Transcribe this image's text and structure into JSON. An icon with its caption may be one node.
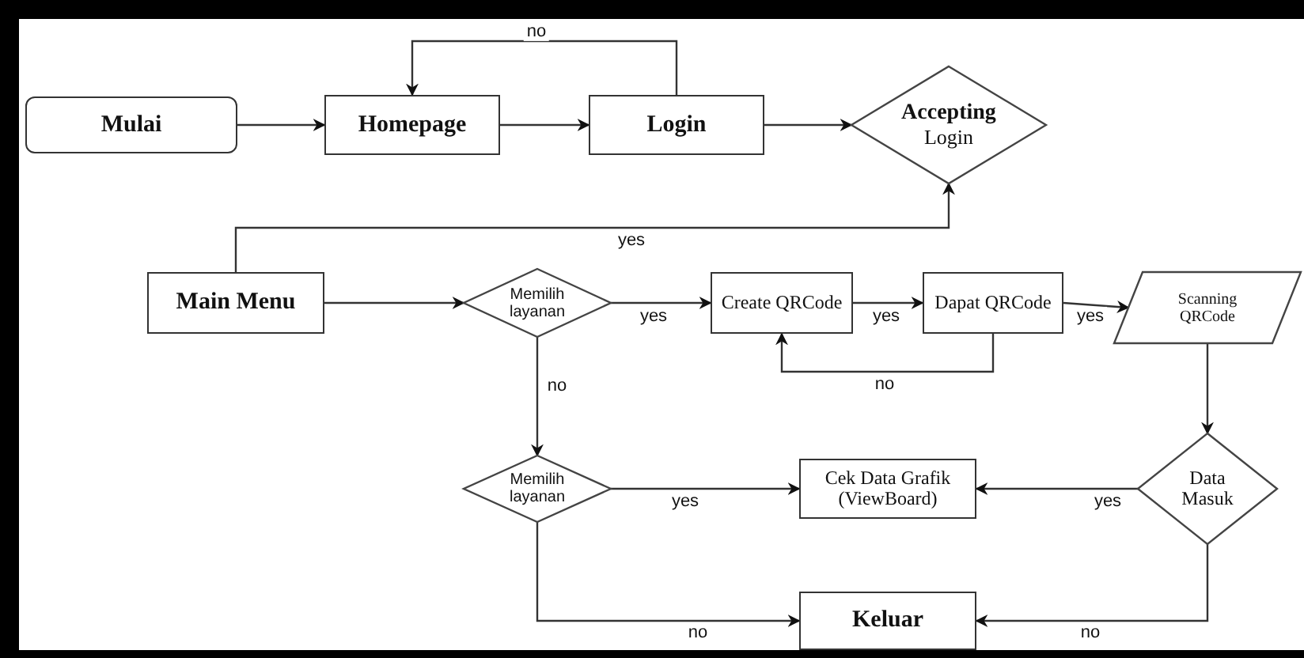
{
  "diagram": {
    "nodes": [
      {
        "text": [
          "Mulai"
        ]
      },
      {
        "text": [
          "Homepage"
        ]
      },
      {
        "text": [
          "Login"
        ]
      },
      {
        "text": [
          "Accepting",
          "Login"
        ]
      },
      {
        "text": [
          "Main Menu"
        ]
      },
      {
        "text": [
          "Memilih layanan"
        ]
      },
      {
        "text": [
          "Create QRCode"
        ]
      },
      {
        "text": [
          "Dapat QRCode"
        ]
      },
      {
        "text": [
          "Scanning QRCode"
        ]
      },
      {
        "text": [
          "Memilih layanan"
        ]
      },
      {
        "text": [
          "Cek Data Grafik (ViewBoard)"
        ]
      },
      {
        "text": [
          "Data Masuk"
        ]
      },
      {
        "text": [
          "Keluar"
        ]
      }
    ],
    "edges": [
      {
        "from": 0,
        "to": 1,
        "arrow": "to"
      },
      {
        "from": 1,
        "to": 2,
        "arrow": "to"
      },
      {
        "from": 2,
        "to": 1,
        "arrow": "to",
        "label": "no"
      },
      {
        "from": 2,
        "to": 3,
        "arrow": "to"
      },
      {
        "from": 4,
        "to": 3,
        "arrow": "to",
        "label": "yes"
      },
      {
        "from": 4,
        "to": 5,
        "arrow": "to"
      },
      {
        "from": 5,
        "to": 6,
        "arrow": "to",
        "label": "yes"
      },
      {
        "from": 6,
        "to": 7,
        "arrow": "to",
        "label": "yes"
      },
      {
        "from": 7,
        "to": 6,
        "arrow": "to",
        "label": "no"
      },
      {
        "from": 7,
        "to": 8,
        "arrow": "to",
        "label": "yes"
      },
      {
        "from": 5,
        "to": 9,
        "arrow": "to",
        "label": "no"
      },
      {
        "from": 8,
        "to": 11,
        "arrow": "to"
      },
      {
        "from": 9,
        "to": 10,
        "arrow": "to",
        "label": "yes"
      },
      {
        "from": 11,
        "to": 10,
        "arrow": "to",
        "label": "yes"
      },
      {
        "from": 9,
        "to": 12,
        "arrow": "to",
        "label": "no"
      },
      {
        "from": 11,
        "to": 12,
        "arrow": "to",
        "label": "no"
      }
    ]
  }
}
